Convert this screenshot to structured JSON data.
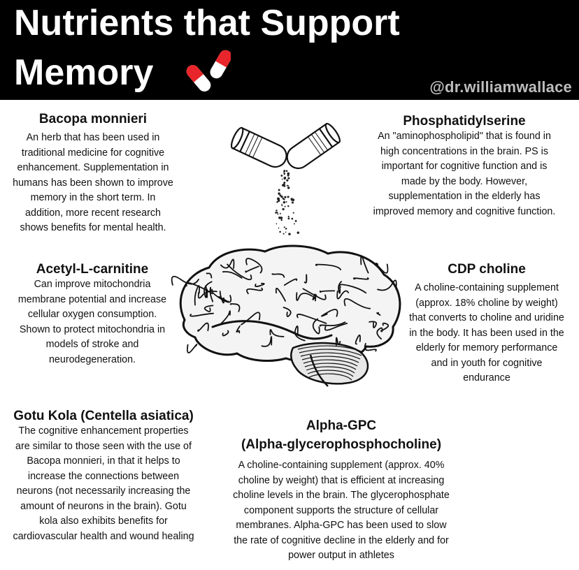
{
  "header": {
    "title_line1": "Nutrients that Support",
    "title_line2": "Memory",
    "handle": "@dr.williamwallace",
    "icon": "pill-icon"
  },
  "nutrients": {
    "bacopa": {
      "name": "Bacopa monnieri",
      "lines": [
        "An herb that has been used in",
        "traditional medicine for cognitive",
        "enhancement. Supplementation in",
        "humans has been shown to improve",
        "memory in the short term. In",
        "addition, more recent research",
        "shows benefits for mental health."
      ]
    },
    "phosphatidylserine": {
      "name": "Phosphatidylserine",
      "lines": [
        "An \"aminophospholipid\" that is found in",
        "high concentrations in the brain. PS is",
        "important for cognitive function and is",
        "made by the body. However,",
        "supplementation in the elderly has",
        "improved memory and cognitive function."
      ]
    },
    "alcar": {
      "name": "Acetyl-L-carnitine",
      "lines": [
        "Can improve mitochondria",
        "membrane potential and increase",
        "cellular oxygen consumption.",
        "Shown to protect mitochondria in",
        "models of stroke and",
        "neurodegeneration."
      ]
    },
    "cdp": {
      "name": "CDP choline",
      "lines": [
        "A choline-containing supplement",
        "(approx. 18% choline by weight)",
        "that converts to choline and uridine",
        "in the body. It has been used in the",
        "elderly for memory performance",
        "and in youth for cognitive",
        "endurance"
      ]
    },
    "gotu": {
      "name": "Gotu Kola (Centella asiatica)",
      "lines": [
        "The cognitive enhancement properties",
        "are similar to those seen with the use of",
        "Bacopa monnieri, in that it helps to",
        "increase the connections between",
        "neurons (not necessarily increasing the",
        "amount of neurons in the brain). Gotu",
        "kola also exhibits benefits for",
        "cardiovascular health and wound healing"
      ]
    },
    "alphagpc": {
      "name": "Alpha-GPC",
      "name_line2": "(Alpha-glycerophosphocholine)",
      "lines": [
        "A choline-containing supplement (approx. 40%",
        "choline by weight) that is efficient at increasing",
        "choline levels in the brain. The glycerophosphate",
        "component supports the structure of cellular",
        "membranes. Alpha-GPC has been used to slow",
        "the rate of cognitive decline in the elderly and for",
        "power output in athletes"
      ]
    }
  },
  "illustrations": {
    "capsule": "open-capsule-icon",
    "brain": "brain-icon"
  },
  "colors": {
    "header_bg": "#000000",
    "title": "#ffffff",
    "handle": "#bdbdbd",
    "pill_red": "#e8252a"
  }
}
